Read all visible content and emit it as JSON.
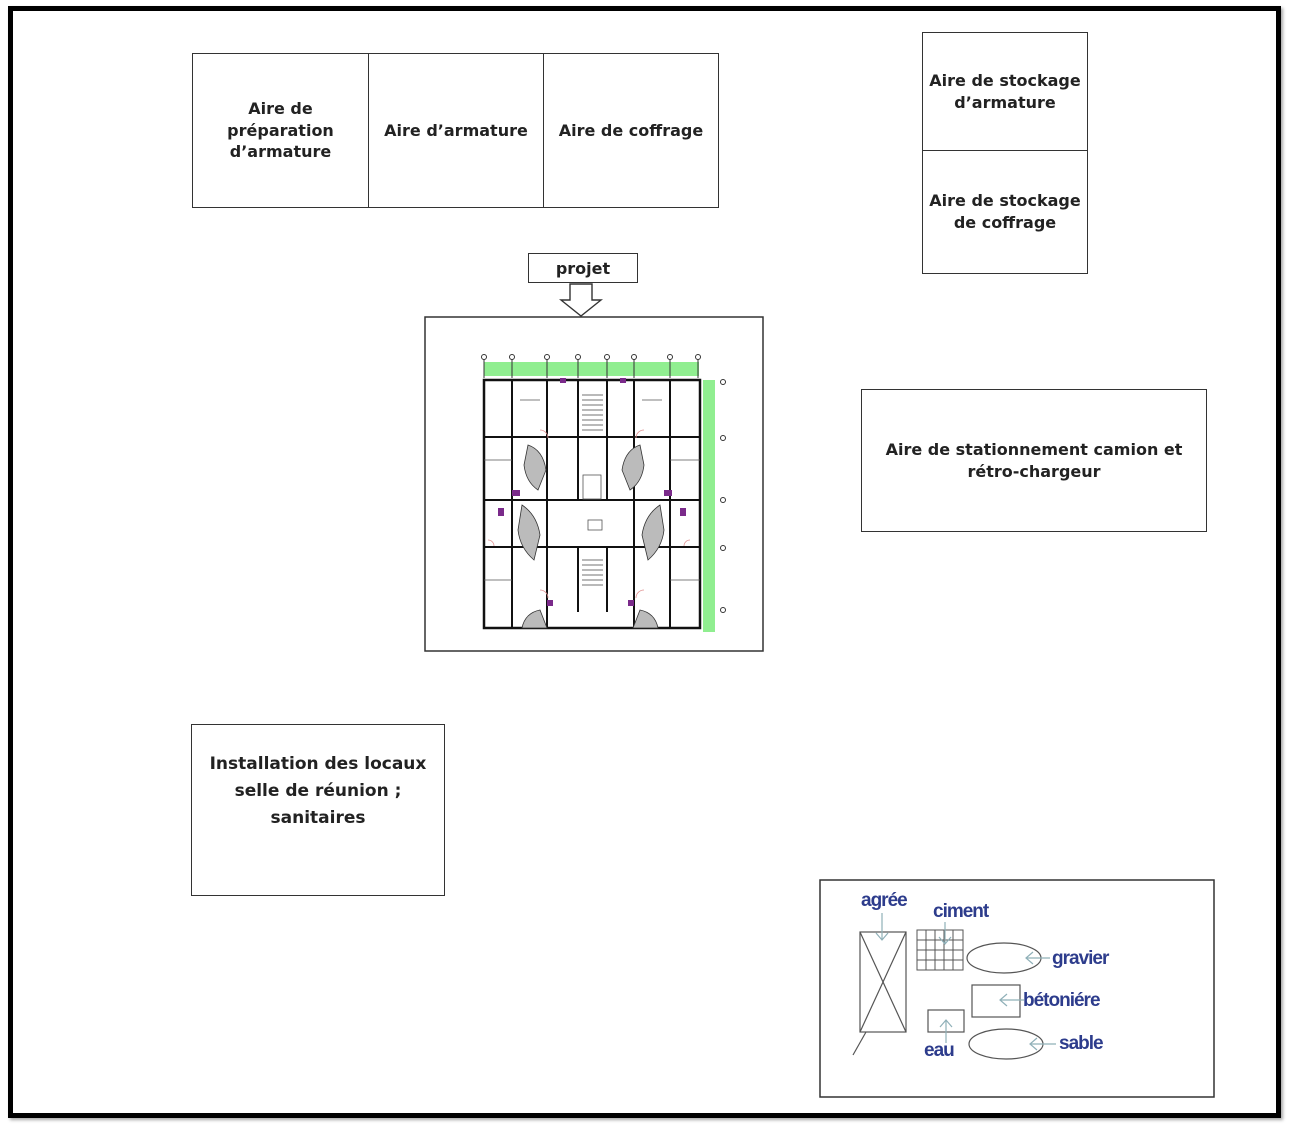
{
  "zones": {
    "preparation": "Aire de\npréparation\nd’armature",
    "armature": "Aire d’armature",
    "coffrage": "Aire de coffrage",
    "stock_armature": "Aire de stockage\nd’armature",
    "stock_coffrage": "Aire de stockage\nde  coffrage",
    "projet": "projet",
    "stationnement": "Aire de stationnement camion et\nrétro-chargeur",
    "locaux": "Installation des locaux\nselle de réunion ;\nsanitaires"
  },
  "concrete_plant": {
    "agree": "agrée",
    "ciment": "ciment",
    "gravier": "gravier",
    "betoniere": "bétoniére",
    "eau": "eau",
    "sable": "sable"
  },
  "colors": {
    "frame": "#000000",
    "border": "#333333",
    "text": "#222222",
    "legend_blue": "#2d3c8c",
    "plan_green": "#90ee90",
    "plan_stair_purple": "#7a2a8a"
  }
}
